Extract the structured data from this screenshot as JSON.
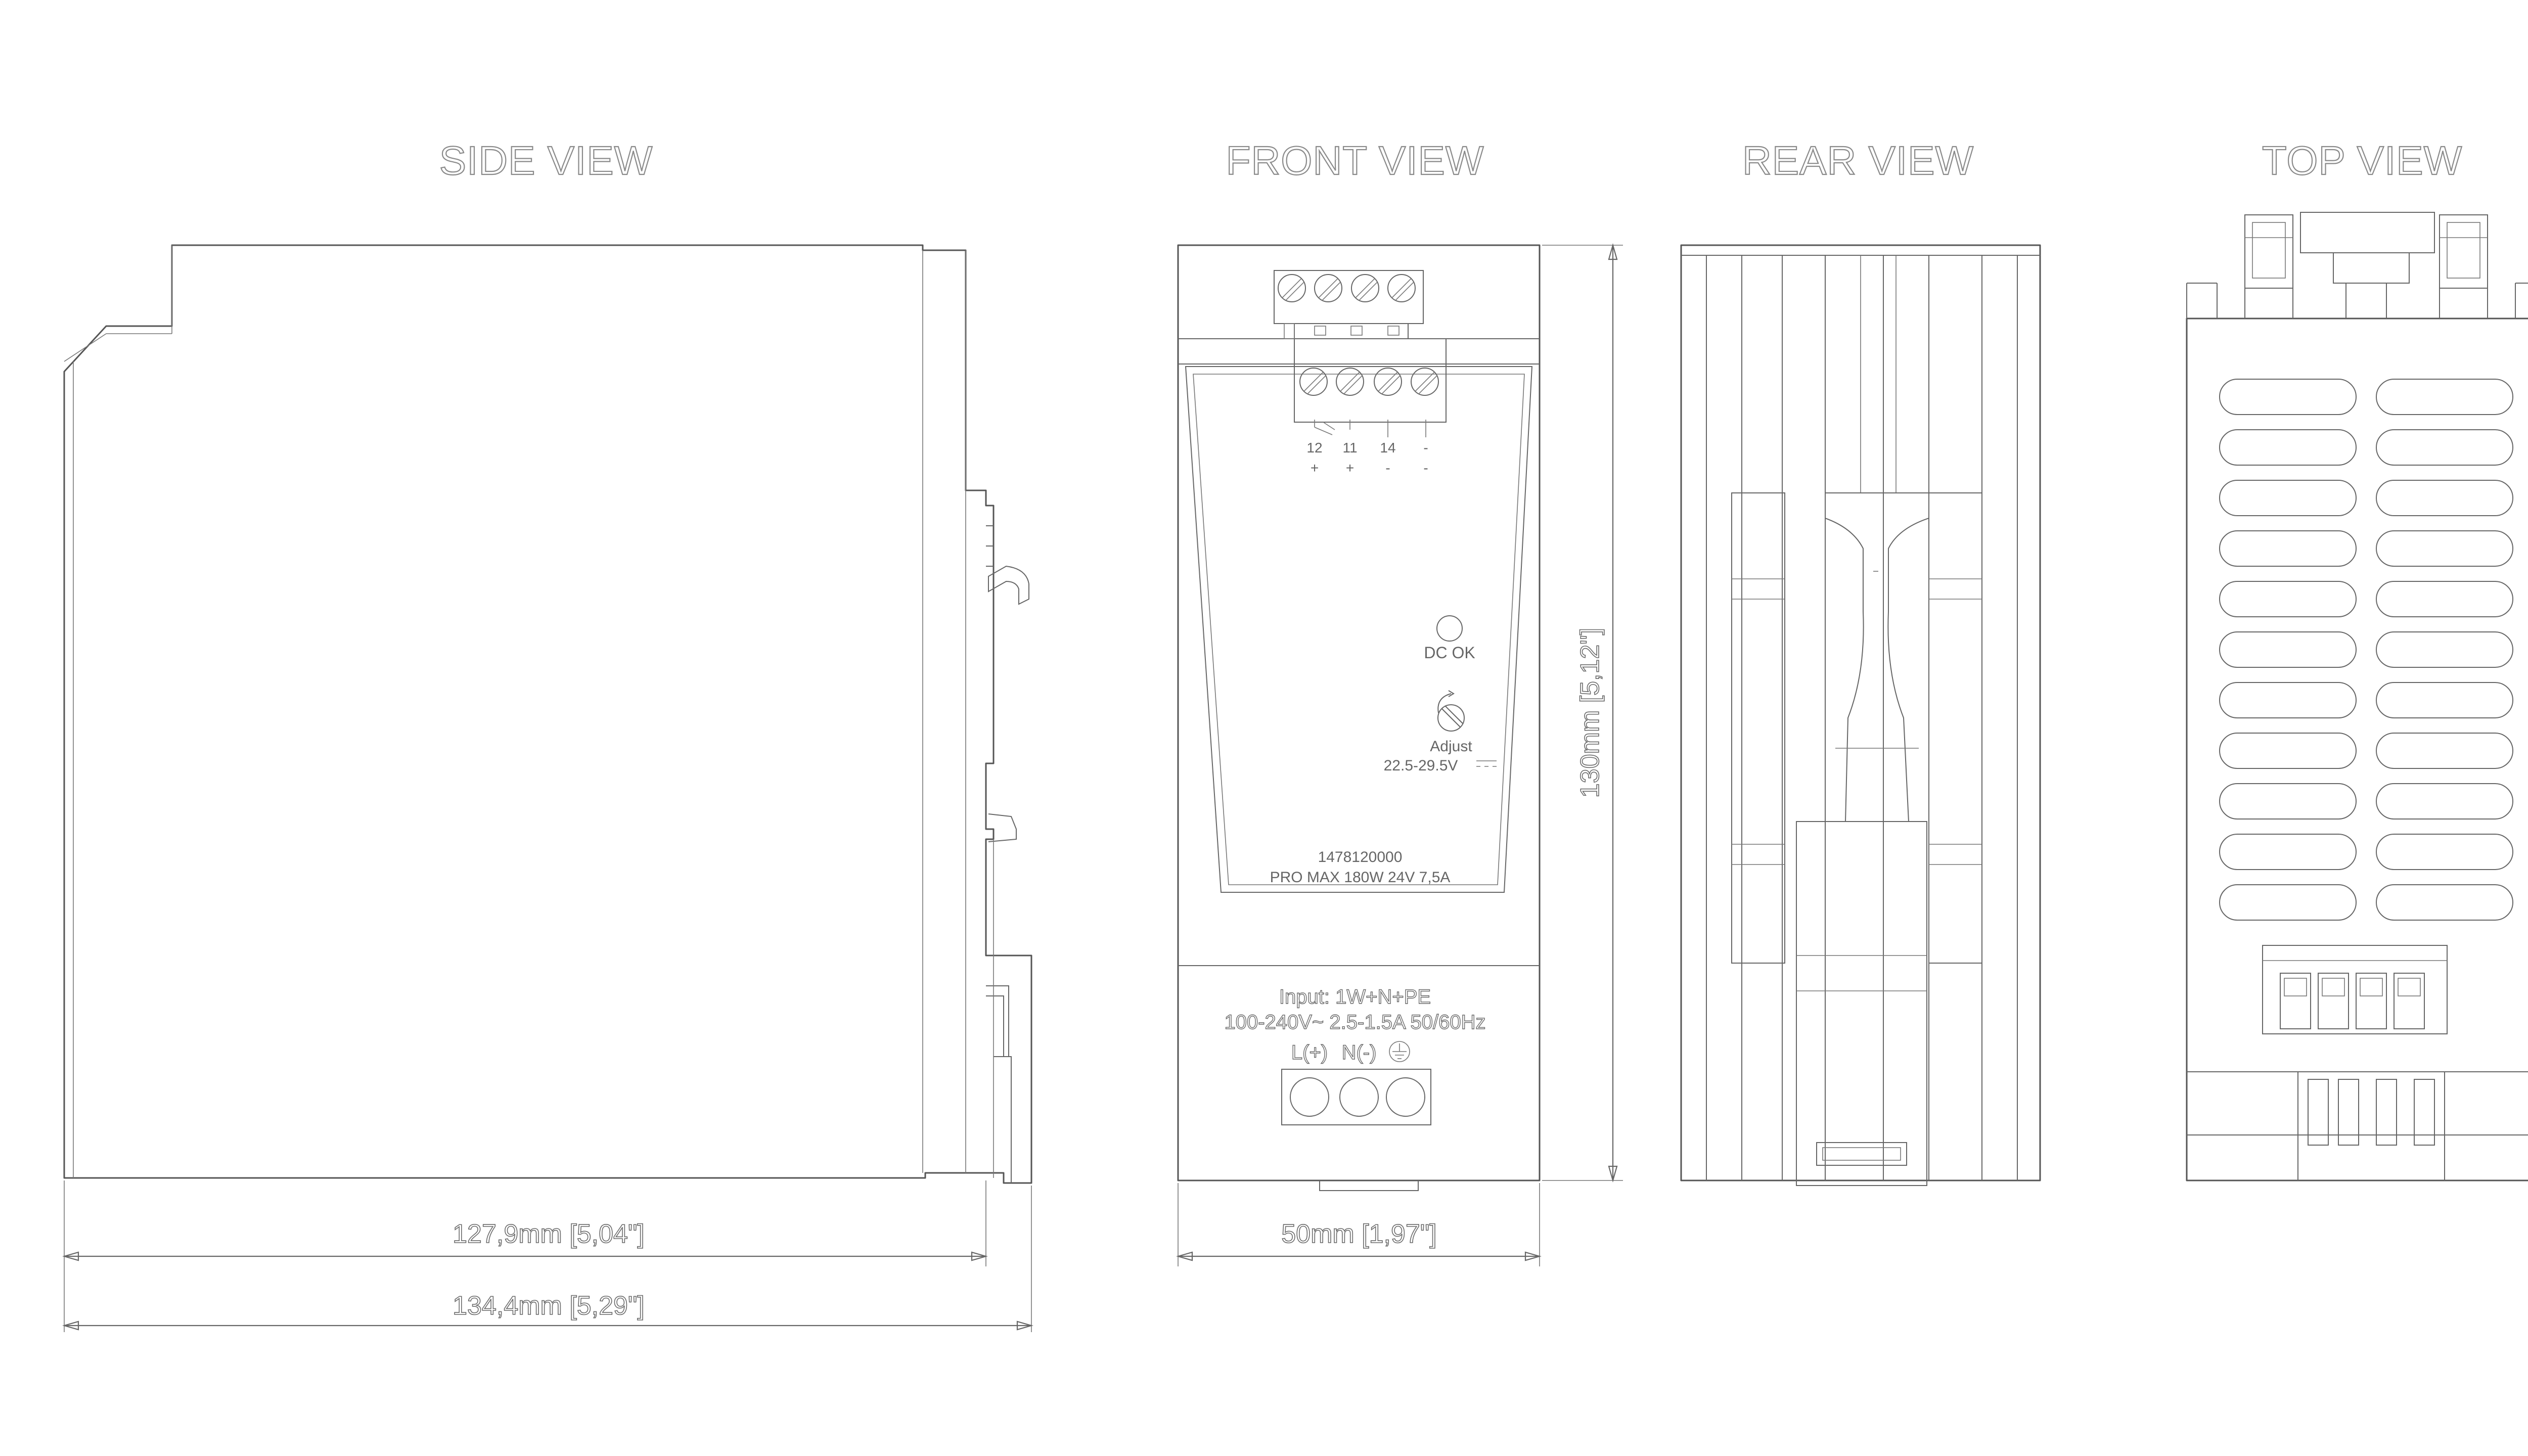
{
  "views": {
    "side": "SIDE VIEW",
    "front": "FRONT VIEW",
    "rear": "REAR VIEW",
    "top": "TOP VIEW"
  },
  "dimensions": {
    "depth_body": "127,9mm [5,04\"]",
    "depth_total": "134,4mm [5,29\"]",
    "width": "50mm [1,97\"]",
    "height": "130mm [5,12\"]"
  },
  "front_panel": {
    "terminals": [
      {
        "num": "12",
        "sign": "+"
      },
      {
        "num": "11",
        "sign": "+"
      },
      {
        "num": "14",
        "sign": "-"
      },
      {
        "num": "-",
        "sign": "-"
      }
    ],
    "led_label": "DC OK",
    "adjust_label": "Adjust",
    "adjust_range": "22.5-29.5V",
    "article_number": "1478120000",
    "product_name": "PRO MAX 180W 24V 7,5A",
    "input_title": "Input: 1W+N+PE",
    "input_rating": "100-240V~ 2.5-1.5A 50/60Hz",
    "input_l": "L(+)",
    "input_n": "N(-)"
  },
  "icons": [
    "ground-symbol-icon",
    "adjust-potentiometer-icon",
    "dc-symbol-icon",
    "relay-contact-icon"
  ]
}
